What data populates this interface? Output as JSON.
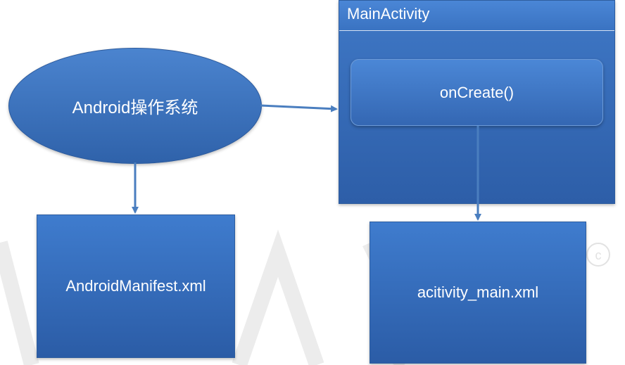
{
  "diagram": {
    "nodes": {
      "android_os": {
        "label": "Android操作系统"
      },
      "main_activity": {
        "title": "MainActivity"
      },
      "on_create": {
        "label": "onCreate()"
      },
      "manifest": {
        "label": "AndroidManifest.xml"
      },
      "activity_main": {
        "label": "acitivity_main.xml"
      }
    },
    "edges": [
      {
        "from": "android_os",
        "to": "main_activity"
      },
      {
        "from": "android_os",
        "to": "manifest"
      },
      {
        "from": "on_create",
        "to": "activity_main"
      }
    ]
  },
  "colors": {
    "node_fill": "#3a70bf",
    "arrow": "#4a7ebf",
    "text": "#ffffff"
  }
}
